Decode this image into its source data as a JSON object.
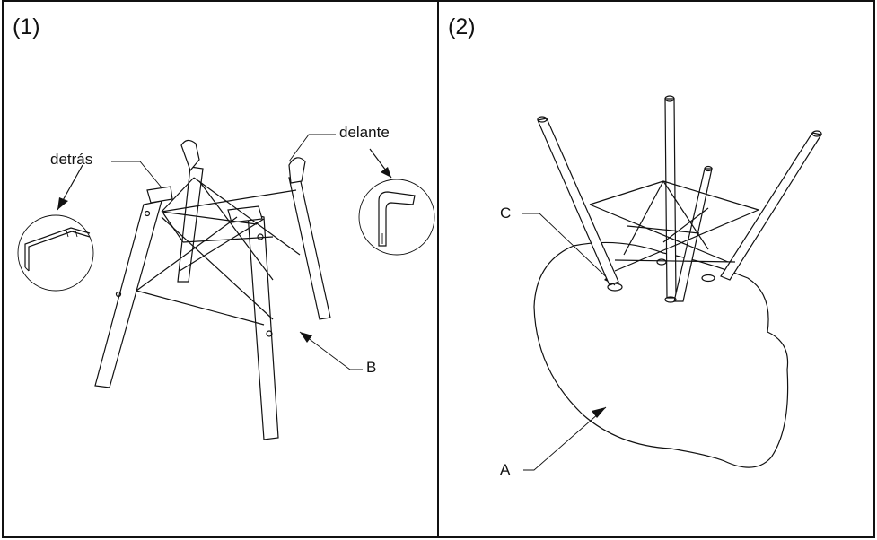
{
  "panels": [
    {
      "number": "(1)",
      "labels": {
        "back": "detrás",
        "front": "delante",
        "legs": "B"
      }
    },
    {
      "number": "(2)",
      "labels": {
        "shell": "A",
        "caps": "C"
      }
    }
  ]
}
